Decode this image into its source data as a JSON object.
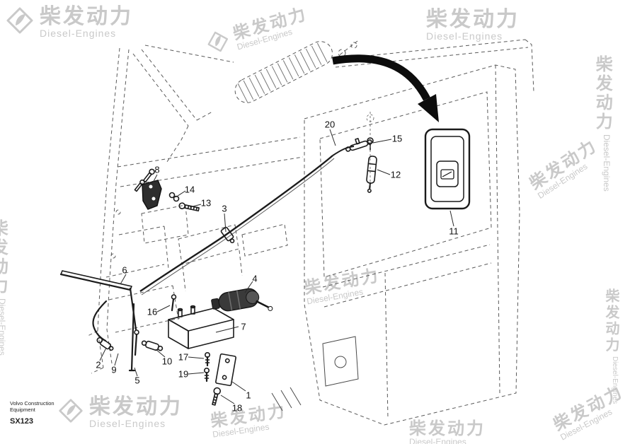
{
  "colors": {
    "line": "#1c1c1c",
    "dashedLine": "#5a5a5a",
    "watermark": "#c9c9c9",
    "arrow": "#0c0c0c",
    "labelText": "#111111"
  },
  "watermark": {
    "brand_cn": "柴发动力",
    "brand_en": "Diesel-Engines"
  },
  "callouts": [
    "1",
    "2",
    "3",
    "4",
    "5",
    "6",
    "7",
    "8",
    "9",
    "10",
    "11",
    "12",
    "13",
    "14",
    "15",
    "16",
    "17",
    "18",
    "19",
    "20"
  ],
  "footer": {
    "company_line1": "Volvo Construction",
    "company_line2": "Equipment",
    "drawing_code": "SX123"
  }
}
